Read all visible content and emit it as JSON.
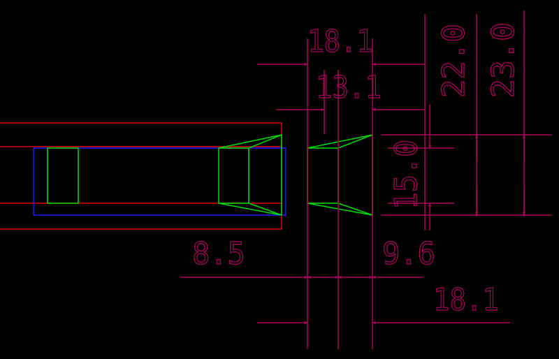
{
  "colors": {
    "background": "#000000",
    "dimension": "#b0005f",
    "outline_red": "#e00000",
    "outline_blue": "#1a1aff",
    "outline_green": "#00e000"
  },
  "dimensions": {
    "width_outer_top": "18.1",
    "width_inner_top": "13.1",
    "height_22": "22.0",
    "height_23": "23.0",
    "height_15": "15.0",
    "length_left": "8.5",
    "length_right": "9.6",
    "width_bottom": "18.1"
  }
}
